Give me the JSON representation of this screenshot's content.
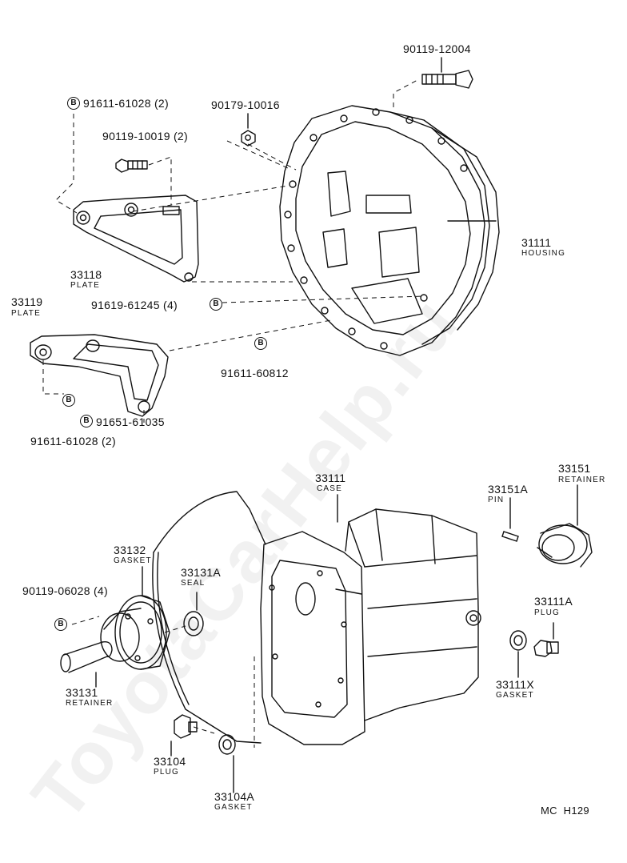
{
  "watermark": "ToyotaCarHelp.ru",
  "diagram_code": "MC  H129",
  "bolt_marker": "B",
  "parts": {
    "bolt_top": "90119-12004",
    "nut_top": "90179-10016",
    "bolt_left_top": "91611-61028 (2)",
    "bolt_plate_upper": "90119-10019 (2)",
    "plate_upper_no": "33118",
    "plate_upper_name": "PLATE",
    "housing_no": "31111",
    "housing_name": "HOUSING",
    "bolt_mid": "91619-61245 (4)",
    "plate_lower_no": "33119",
    "plate_lower_name": "PLATE",
    "bolt_housing": "91611-60812",
    "bolt_plate_lower": "91651-61035",
    "bolt_left_bottom": "91611-61028 (2)",
    "case_no": "33111",
    "case_name": "CASE",
    "pin_no": "33151A",
    "pin_name": "PIN",
    "retainer_no": "33151",
    "retainer_name": "RETAINER",
    "gasket_left_no": "33132",
    "gasket_left_name": "GASKET",
    "seal_no": "33131A",
    "seal_name": "SEAL",
    "bolt_retainer": "90119-06028 (4)",
    "front_retainer_no": "33131",
    "front_retainer_name": "RETAINER",
    "plug_right_no": "33111A",
    "plug_right_name": "PLUG",
    "gasket_right_no": "33111X",
    "gasket_right_name": "GASKET",
    "plug_bottom_no": "33104",
    "plug_bottom_name": "PLUG",
    "gasket_bottom_no": "33104A",
    "gasket_bottom_name": "GASKET"
  }
}
